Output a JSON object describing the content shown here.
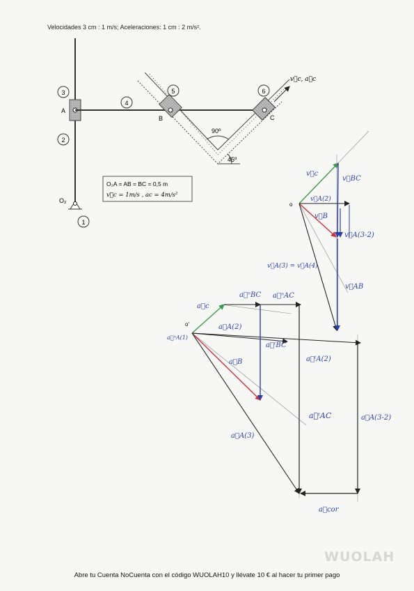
{
  "header": {
    "scale_text": "Velocidades 3 cm : 1 m/s;  Aceleraciones: 1 cm : 2 m/s²."
  },
  "mechanism": {
    "link_numbers": [
      "1",
      "2",
      "3",
      "4",
      "5",
      "6"
    ],
    "point_a": "A",
    "point_b": "B",
    "point_c": "C",
    "pivot_label": "O₂",
    "angle_90": "90º",
    "angle_45": "45º",
    "vc_ac_label": "v⃗c, a⃗c",
    "data_line_1": "O₂A = AB = BC = 0,5 m",
    "data_line_2": "v⃗c = 1m/s , ac = 4m/s²"
  },
  "velocity_polygon": {
    "origin": "o",
    "labels": {
      "vc": "v⃗c",
      "vbc": "v⃗BC",
      "va2": "v⃗A(2)",
      "vb": "v⃗B",
      "va32": "v⃗A(3-2)",
      "va3_eq": "v⃗A(3) = v⃗A(4)",
      "vab": "v⃗AB"
    }
  },
  "acceleration_polygon": {
    "origin": "o'",
    "labels": {
      "ac": "a⃗c",
      "anbc": "a⃗ⁿBC",
      "anac": "a⃗ⁿAC",
      "aa2": "a⃗A(2)",
      "ana1": "a⃗ⁿA(1)",
      "atbc": "a⃗ᵗBC",
      "ata2": "a⃗ᵗA(2)",
      "ab": "a⃗B",
      "atac": "a⃗ᵗAC",
      "aa32": "a⃗A(3-2)",
      "aa3": "a⃗A(3)",
      "acor": "a⃗cor"
    }
  },
  "colors": {
    "green": "#3a9a4a",
    "blue": "#2b3fa8",
    "red": "#d0303c",
    "ink": "#222222"
  },
  "footer": {
    "text": "Abre tu Cuenta NoCuenta con el código WUOLAH10 y llévate 10 € al hacer tu primer pago",
    "logo": "WUOLAH"
  }
}
